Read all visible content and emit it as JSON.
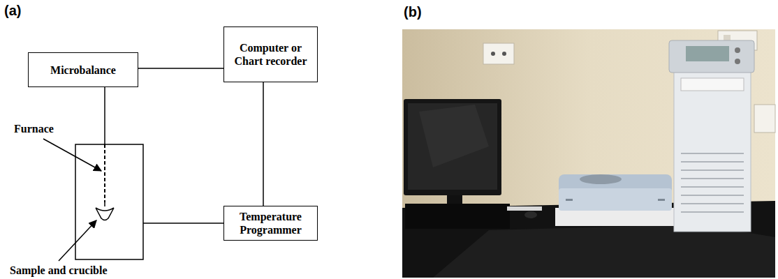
{
  "diagram": {
    "nodes": [
      {
        "text": [
          "Microbalance"
        ]
      },
      {
        "text": [
          "Computer or Chart recorder"
        ]
      },
      {
        "text": [
          "Temperature Programmer"
        ]
      }
    ],
    "edges": [
      {
        "from": 0,
        "to": 1,
        "arrow": "none"
      },
      {
        "from": 1,
        "to": 2,
        "arrow": "none"
      }
    ],
    "labels": [
      "(a)",
      "Furnace",
      "Sample and crucible",
      "(b)"
    ]
  }
}
